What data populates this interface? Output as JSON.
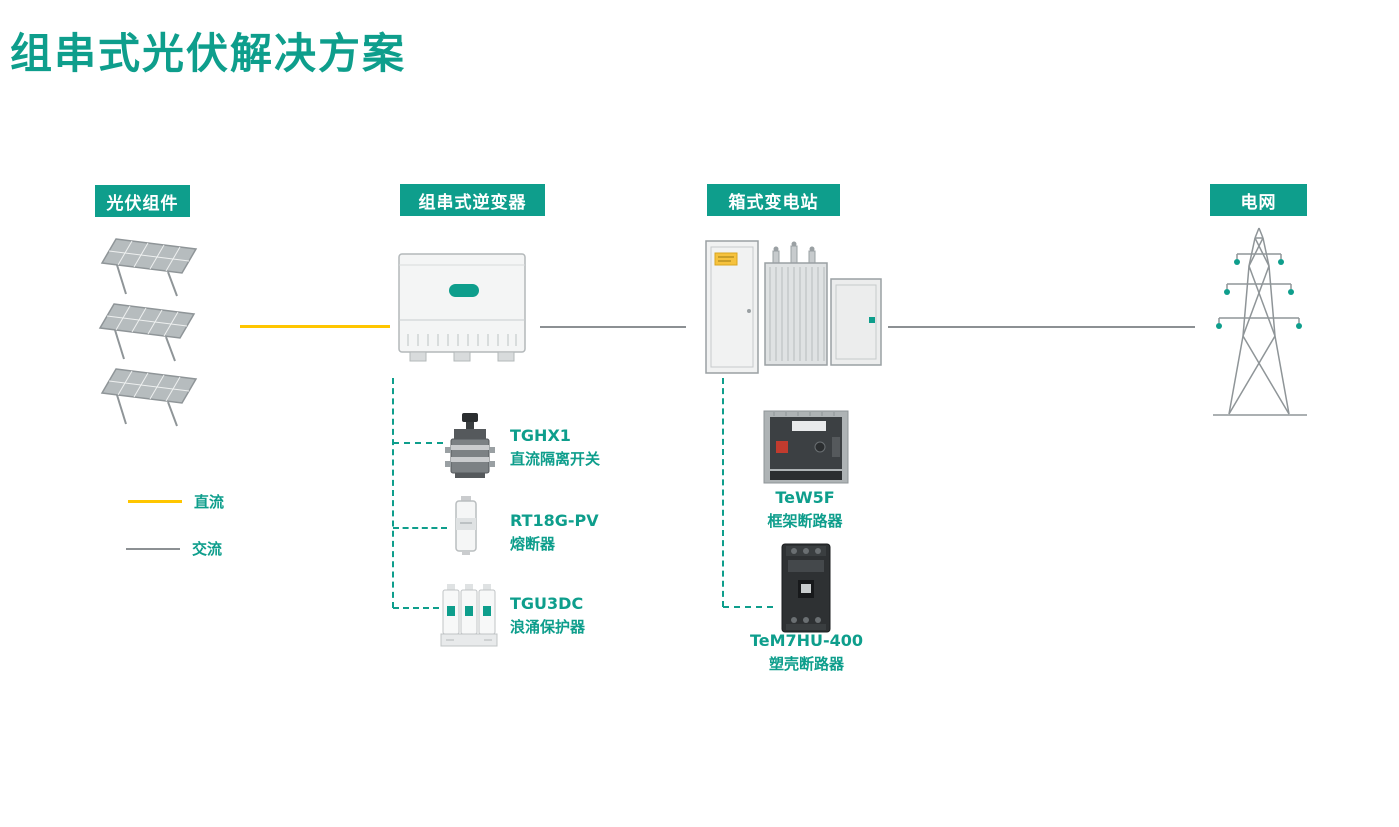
{
  "page": {
    "title": "组串式光伏解决方案"
  },
  "colors": {
    "accent": "#0E9E8C",
    "dc": "#FFC600",
    "ac": "#8C9093"
  },
  "stages": [
    {
      "label": "光伏组件",
      "icon": "solar-panel-array-icon"
    },
    {
      "label": "组串式逆变器",
      "icon": "string-inverter-icon"
    },
    {
      "label": "箱式变电站",
      "icon": "box-substation-icon"
    },
    {
      "label": "电网",
      "icon": "transmission-tower-icon"
    }
  ],
  "legend": [
    {
      "label": "直流",
      "color": "#FFC600",
      "style": "solid-yellow"
    },
    {
      "label": "交流",
      "color": "#8C9093",
      "style": "solid-gray"
    }
  ],
  "inverter_components": [
    {
      "name": "TGHX1",
      "desc": "直流隔离开关",
      "icon": "dc-isolator-switch-icon"
    },
    {
      "name": "RT18G-PV",
      "desc": "熔断器",
      "icon": "fuse-holder-icon"
    },
    {
      "name": "TGU3DC",
      "desc": "浪涌保护器",
      "icon": "surge-protector-icon"
    }
  ],
  "substation_components": [
    {
      "name": "TeW5F",
      "desc": "框架断路器",
      "icon": "air-circuit-breaker-icon"
    },
    {
      "name": "TeM7HU-400",
      "desc": "塑壳断路器",
      "icon": "molded-case-breaker-icon"
    }
  ]
}
